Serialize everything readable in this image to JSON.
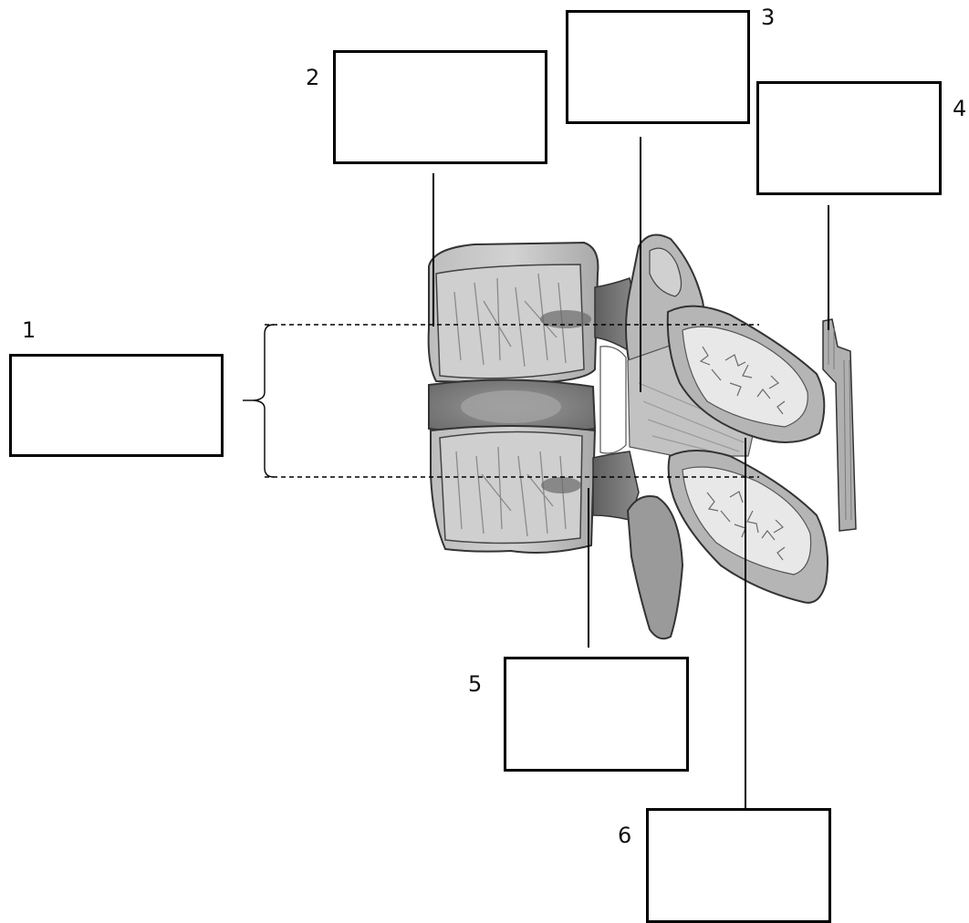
{
  "labels": [
    {
      "number": "1"
    },
    {
      "number": "2"
    },
    {
      "number": "3"
    },
    {
      "number": "4"
    },
    {
      "number": "5"
    },
    {
      "number": "6"
    }
  ],
  "colors": {
    "line": "#000000",
    "bone_light": "#c9c9c9",
    "bone_mid": "#a8a8a8",
    "bone_dark": "#6f6f6f",
    "cancellous": "#ebebeb",
    "disc": "#8a8a8a"
  }
}
